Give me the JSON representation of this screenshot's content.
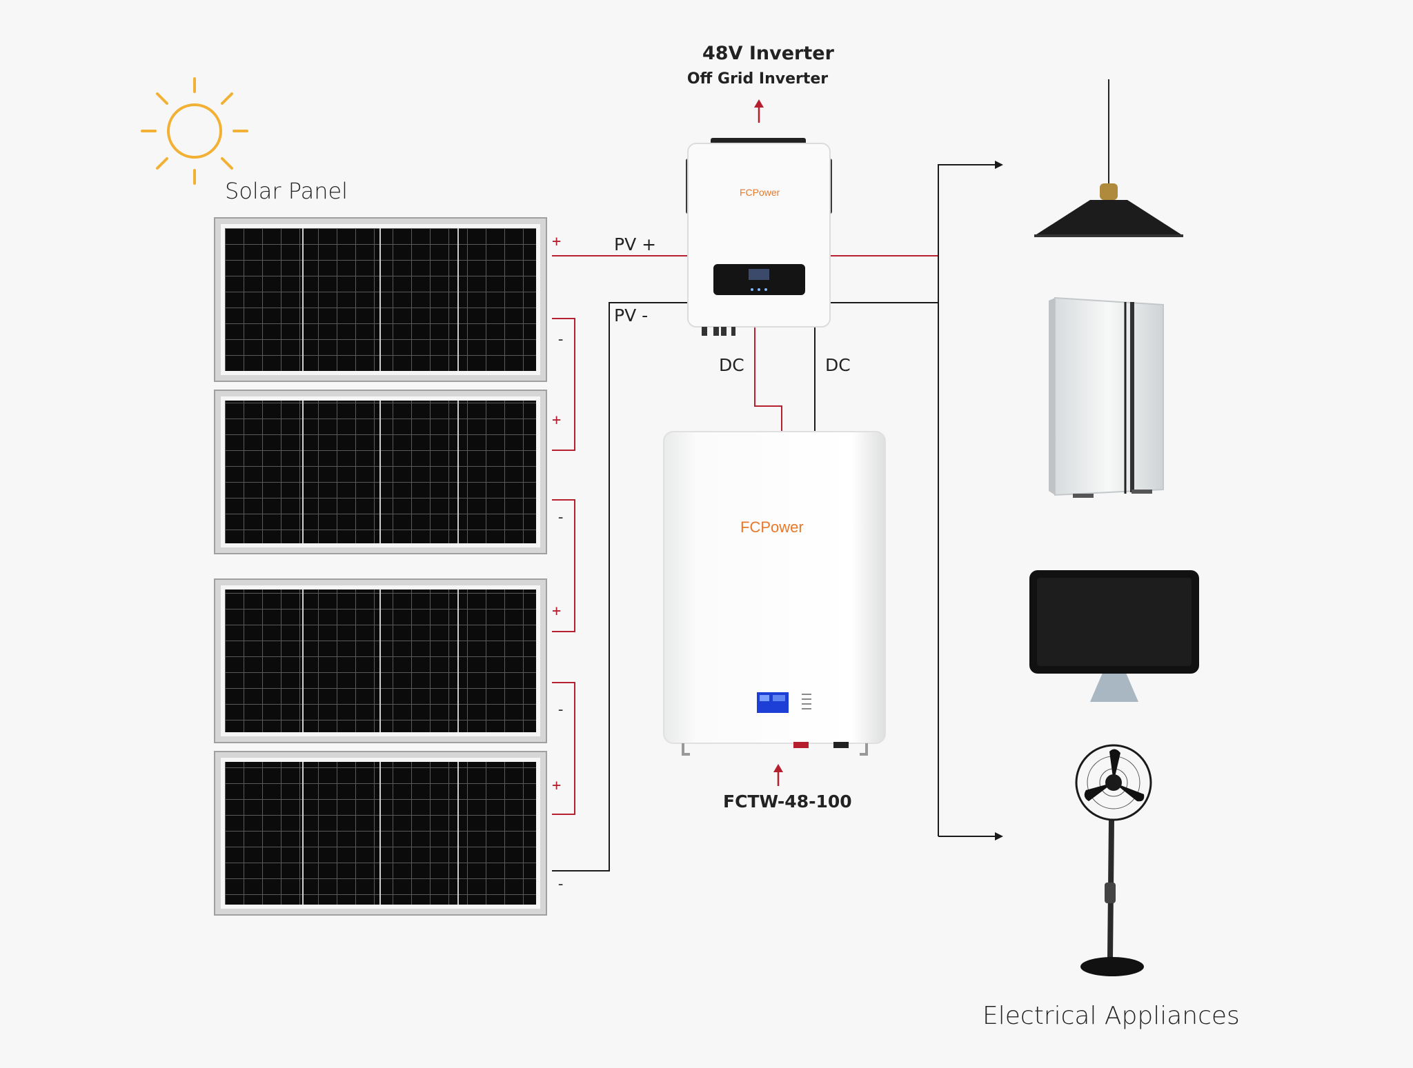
{
  "labels": {
    "solar_panel": "Solar Panel",
    "inverter_title": "48V Inverter",
    "inverter_subtitle": "Off Grid Inverter",
    "battery_model": "FCTW-48-100",
    "appliances": "Electrical Appliances",
    "pv_plus": "PV +",
    "pv_minus": "PV -",
    "dc_left": "DC",
    "dc_right": "DC"
  },
  "brand": {
    "inverter_logo": "FCPower",
    "battery_logo": "FCPower"
  },
  "panel_terminals": [
    {
      "panel": 1,
      "positive": "+",
      "negative": "-"
    },
    {
      "panel": 2,
      "positive": "+",
      "negative": "-"
    },
    {
      "panel": 3,
      "positive": "+",
      "negative": "-"
    },
    {
      "panel": 4,
      "positive": "+",
      "negative": "-"
    }
  ],
  "icons": [
    "sun-icon",
    "solar-panel-icon",
    "inverter-icon",
    "battery-icon",
    "pendant-lamp-icon",
    "refrigerator-icon",
    "monitor-icon",
    "standing-fan-icon"
  ],
  "colors": {
    "positive_wire": "#b51f2e",
    "negative_wire": "#1a1a1a",
    "sun": "#f2b134",
    "brand_orange": "#e8792a",
    "background": "#f6f7f6"
  }
}
